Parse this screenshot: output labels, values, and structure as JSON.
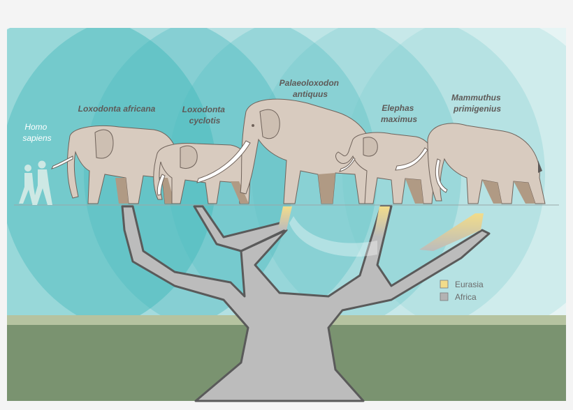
{
  "species": [
    {
      "id": "homo",
      "lines": [
        "Homo",
        "sapiens"
      ]
    },
    {
      "id": "loxodonta-africana",
      "lines": [
        "Loxodonta africana"
      ]
    },
    {
      "id": "loxodonta-cyclotis",
      "lines": [
        "Loxodonta",
        "cyclotis"
      ]
    },
    {
      "id": "palaeoloxodon-antiquus",
      "lines": [
        "Palaeoloxodon",
        "antiquus"
      ]
    },
    {
      "id": "elephas-maximus",
      "lines": [
        "Elephas",
        "maximus"
      ]
    },
    {
      "id": "mammuthus-primigenius",
      "lines": [
        "Mammuthus",
        "primigenius"
      ]
    }
  ],
  "legend": {
    "eurasia": {
      "label": "Eurasia",
      "color": "#f2dc8a"
    },
    "africa": {
      "label": "Africa",
      "color": "#b3b3b3"
    }
  },
  "colors": {
    "sky": "#7ed0d4",
    "tree_fill": "#bcbcbc",
    "tree_outline": "#5a5a5a",
    "ground_top": "#b5c3a0",
    "ground": "#7a9370",
    "elephant_light": "#d8cbbf",
    "elephant_dark": "#b09a84",
    "human": "#cde8e4"
  }
}
